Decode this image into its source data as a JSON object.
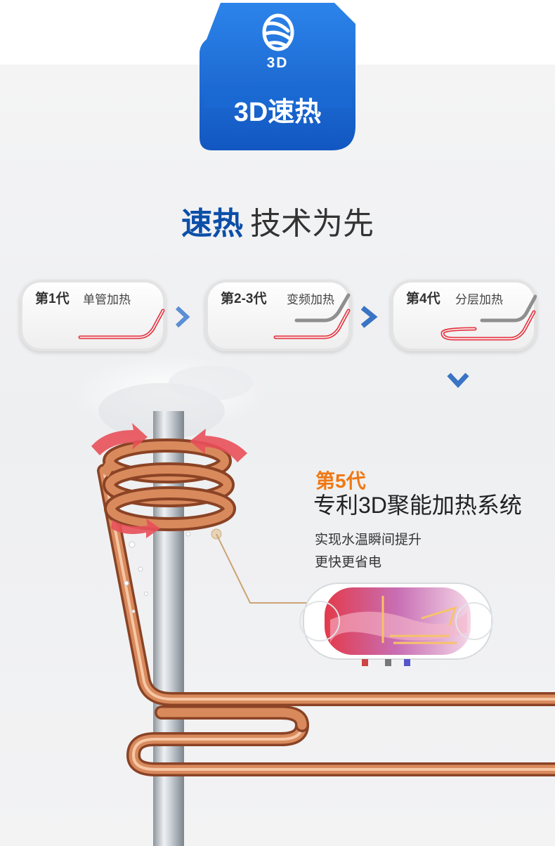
{
  "badge": {
    "icon_text": "3D",
    "title": "3D速热"
  },
  "headline": {
    "emphasis": "速热",
    "rest": "技术为先"
  },
  "generations": [
    {
      "title": "第1代",
      "desc": "单管加热"
    },
    {
      "title": "第2-3代",
      "desc": "变频加热"
    },
    {
      "title": "第4代",
      "desc": "分层加热"
    }
  ],
  "feature": {
    "generation": "第5代",
    "title": "专利3D聚能加热系统",
    "line1": "实现水温瞬间提升",
    "line2": "更快更省电"
  },
  "colors": {
    "badge_blue": "#1f6fd8",
    "headline_blue": "#0c4fa8",
    "accent_orange": "#f07814",
    "copper": "#c8764a",
    "arrow_blue": "#3a74c4"
  }
}
